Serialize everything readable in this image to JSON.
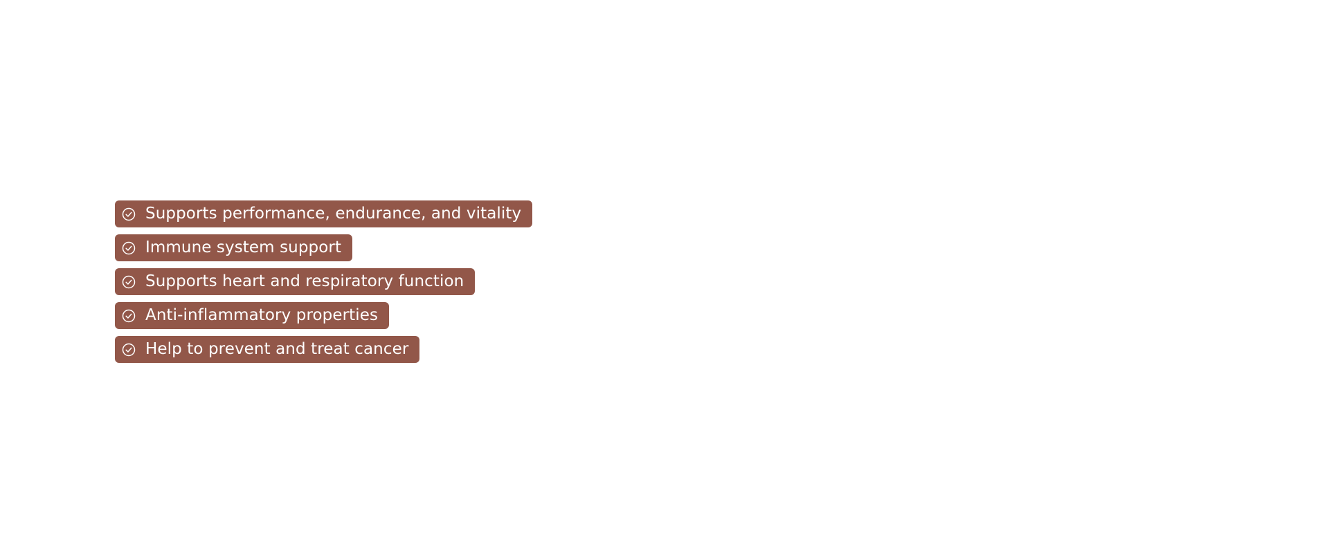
{
  "benefits": {
    "items": [
      {
        "label": "Supports performance, endurance, and vitality",
        "icon": "check-circle-icon"
      },
      {
        "label": "Immune system support",
        "icon": "check-circle-icon"
      },
      {
        "label": "Supports heart and respiratory function",
        "icon": "check-circle-icon"
      },
      {
        "label": "Anti-inflammatory properties",
        "icon": "check-circle-icon"
      },
      {
        "label": "Help to prevent and treat cancer",
        "icon": "check-circle-icon"
      }
    ]
  },
  "colors": {
    "pill_background": "#925749",
    "pill_text": "#ffffff",
    "page_background": "#ffffff"
  }
}
